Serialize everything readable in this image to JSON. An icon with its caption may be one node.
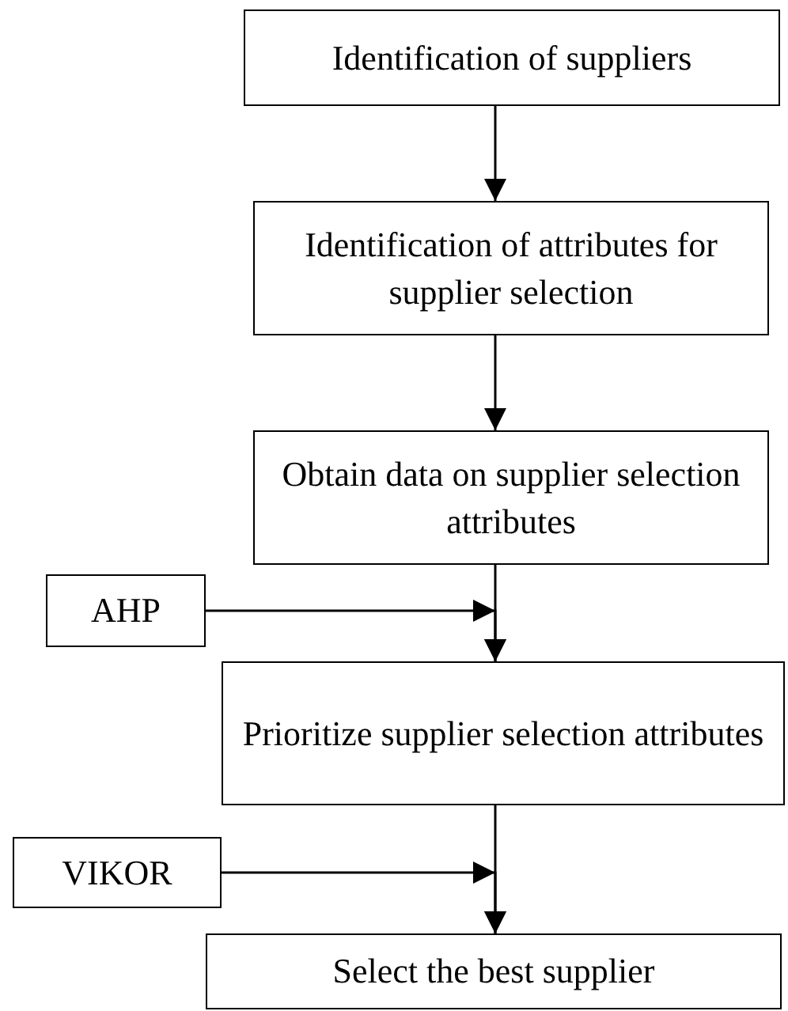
{
  "diagram": {
    "nodes": [
      {
        "text": [
          "Identification of suppliers"
        ]
      },
      {
        "text": [
          "Identification of attributes for supplier selection"
        ]
      },
      {
        "text": [
          "Obtain data on supplier selection attributes"
        ]
      },
      {
        "text": [
          "AHP"
        ]
      },
      {
        "text": [
          "Prioritize supplier selection attributes"
        ]
      },
      {
        "text": [
          "VIKOR"
        ]
      },
      {
        "text": [
          "Select the best supplier"
        ]
      }
    ],
    "edges": [
      {
        "from": 0,
        "to": 1,
        "arrow": "to"
      },
      {
        "from": 1,
        "to": 2,
        "arrow": "to"
      },
      {
        "from": 2,
        "to": 4,
        "arrow": "to"
      },
      {
        "from": 3,
        "to": 4,
        "arrow": "to"
      },
      {
        "from": 4,
        "to": 6,
        "arrow": "to"
      },
      {
        "from": 5,
        "to": 6,
        "arrow": "to"
      }
    ]
  }
}
